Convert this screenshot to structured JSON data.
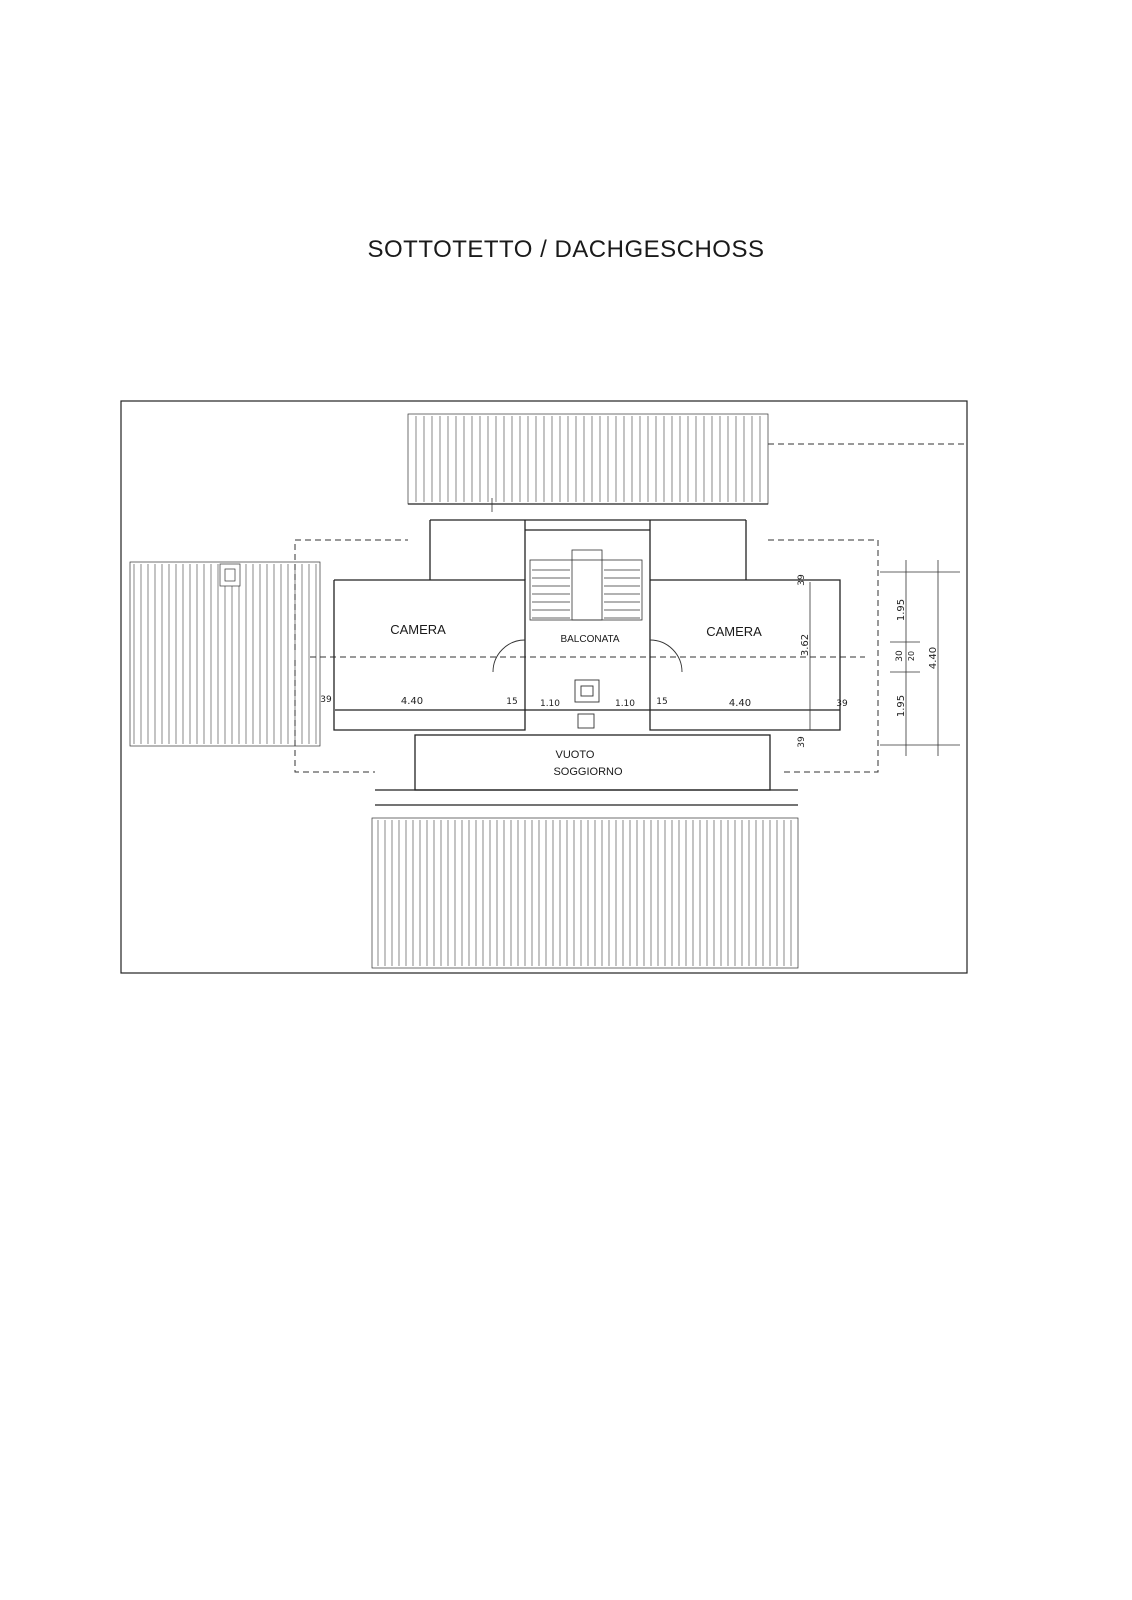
{
  "title": "SOTTOTETTO / DACHGESCHOSS",
  "rooms": {
    "camera_left": "CAMERA",
    "camera_right": "CAMERA",
    "balconata": "BALCONATA",
    "vuoto_line1": "VUOTO",
    "vuoto_line2": "SOGGIORNO"
  },
  "dimensions": {
    "left_room_width": "4.40",
    "right_room_width": "4.40",
    "left_wall": "39",
    "right_wall": "39",
    "left_partition": "15",
    "right_partition": "15",
    "left_gallery": "1.10",
    "right_gallery": "1.10",
    "top_wall": "39",
    "bottom_wall": "39",
    "interior_depth": "3.62",
    "upper_half": "1.95",
    "lower_half": "1.95",
    "center_beam": "30",
    "center_beam_sub": "20",
    "total_depth": "4.40"
  }
}
